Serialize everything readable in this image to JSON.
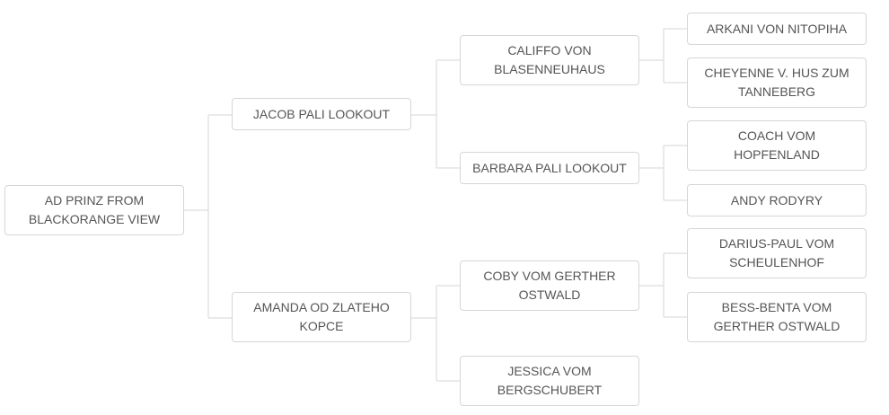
{
  "pedigree": {
    "subject": "AD PRINZ FROM BLACKORANGE VIEW",
    "sire": "JACOB PALI LOOKOUT",
    "dam": "AMANDA OD ZLATEHO KOPCE",
    "sire_sire": "CALIFFO VON BLASENNEUHAUS",
    "sire_dam": "BARBARA PALI LOOKOUT",
    "dam_sire": "COBY VOM GERTHER OSTWALD",
    "dam_dam": "JESSICA VOM BERGSCHUBERT",
    "sire_sire_sire": "ARKANI VON NITOPIHA",
    "sire_sire_dam": "CHEYENNE V. HUS ZUM TANNEBERG",
    "sire_dam_sire": "COACH VOM HOPFENLAND",
    "sire_dam_dam": "ANDY RODYRY",
    "dam_sire_sire": "DARIUS-PAUL VOM SCHEULENHOF",
    "dam_sire_dam": "BESS-BENTA VOM GERTHER OSTWALD"
  },
  "colors": {
    "border": "#d6d6d6",
    "text": "#555555",
    "background": "#ffffff"
  }
}
